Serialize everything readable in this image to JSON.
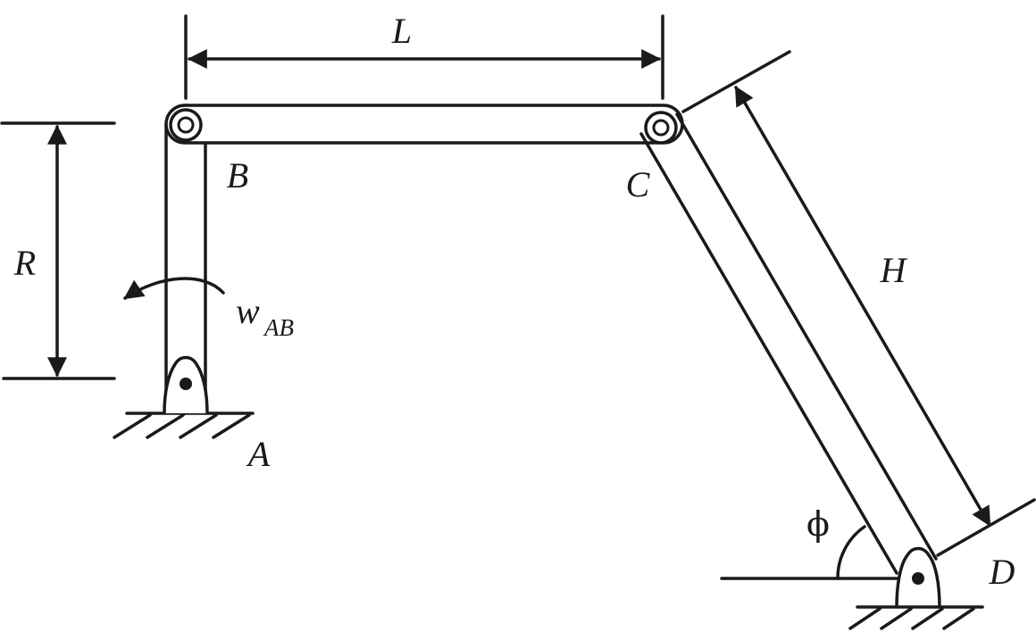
{
  "labels": {
    "L": "L",
    "R": "R",
    "H": "H",
    "A": "A",
    "B": "B",
    "C": "C",
    "D": "D",
    "omega": "w",
    "omega_sub": "AB",
    "phi": "ϕ"
  }
}
